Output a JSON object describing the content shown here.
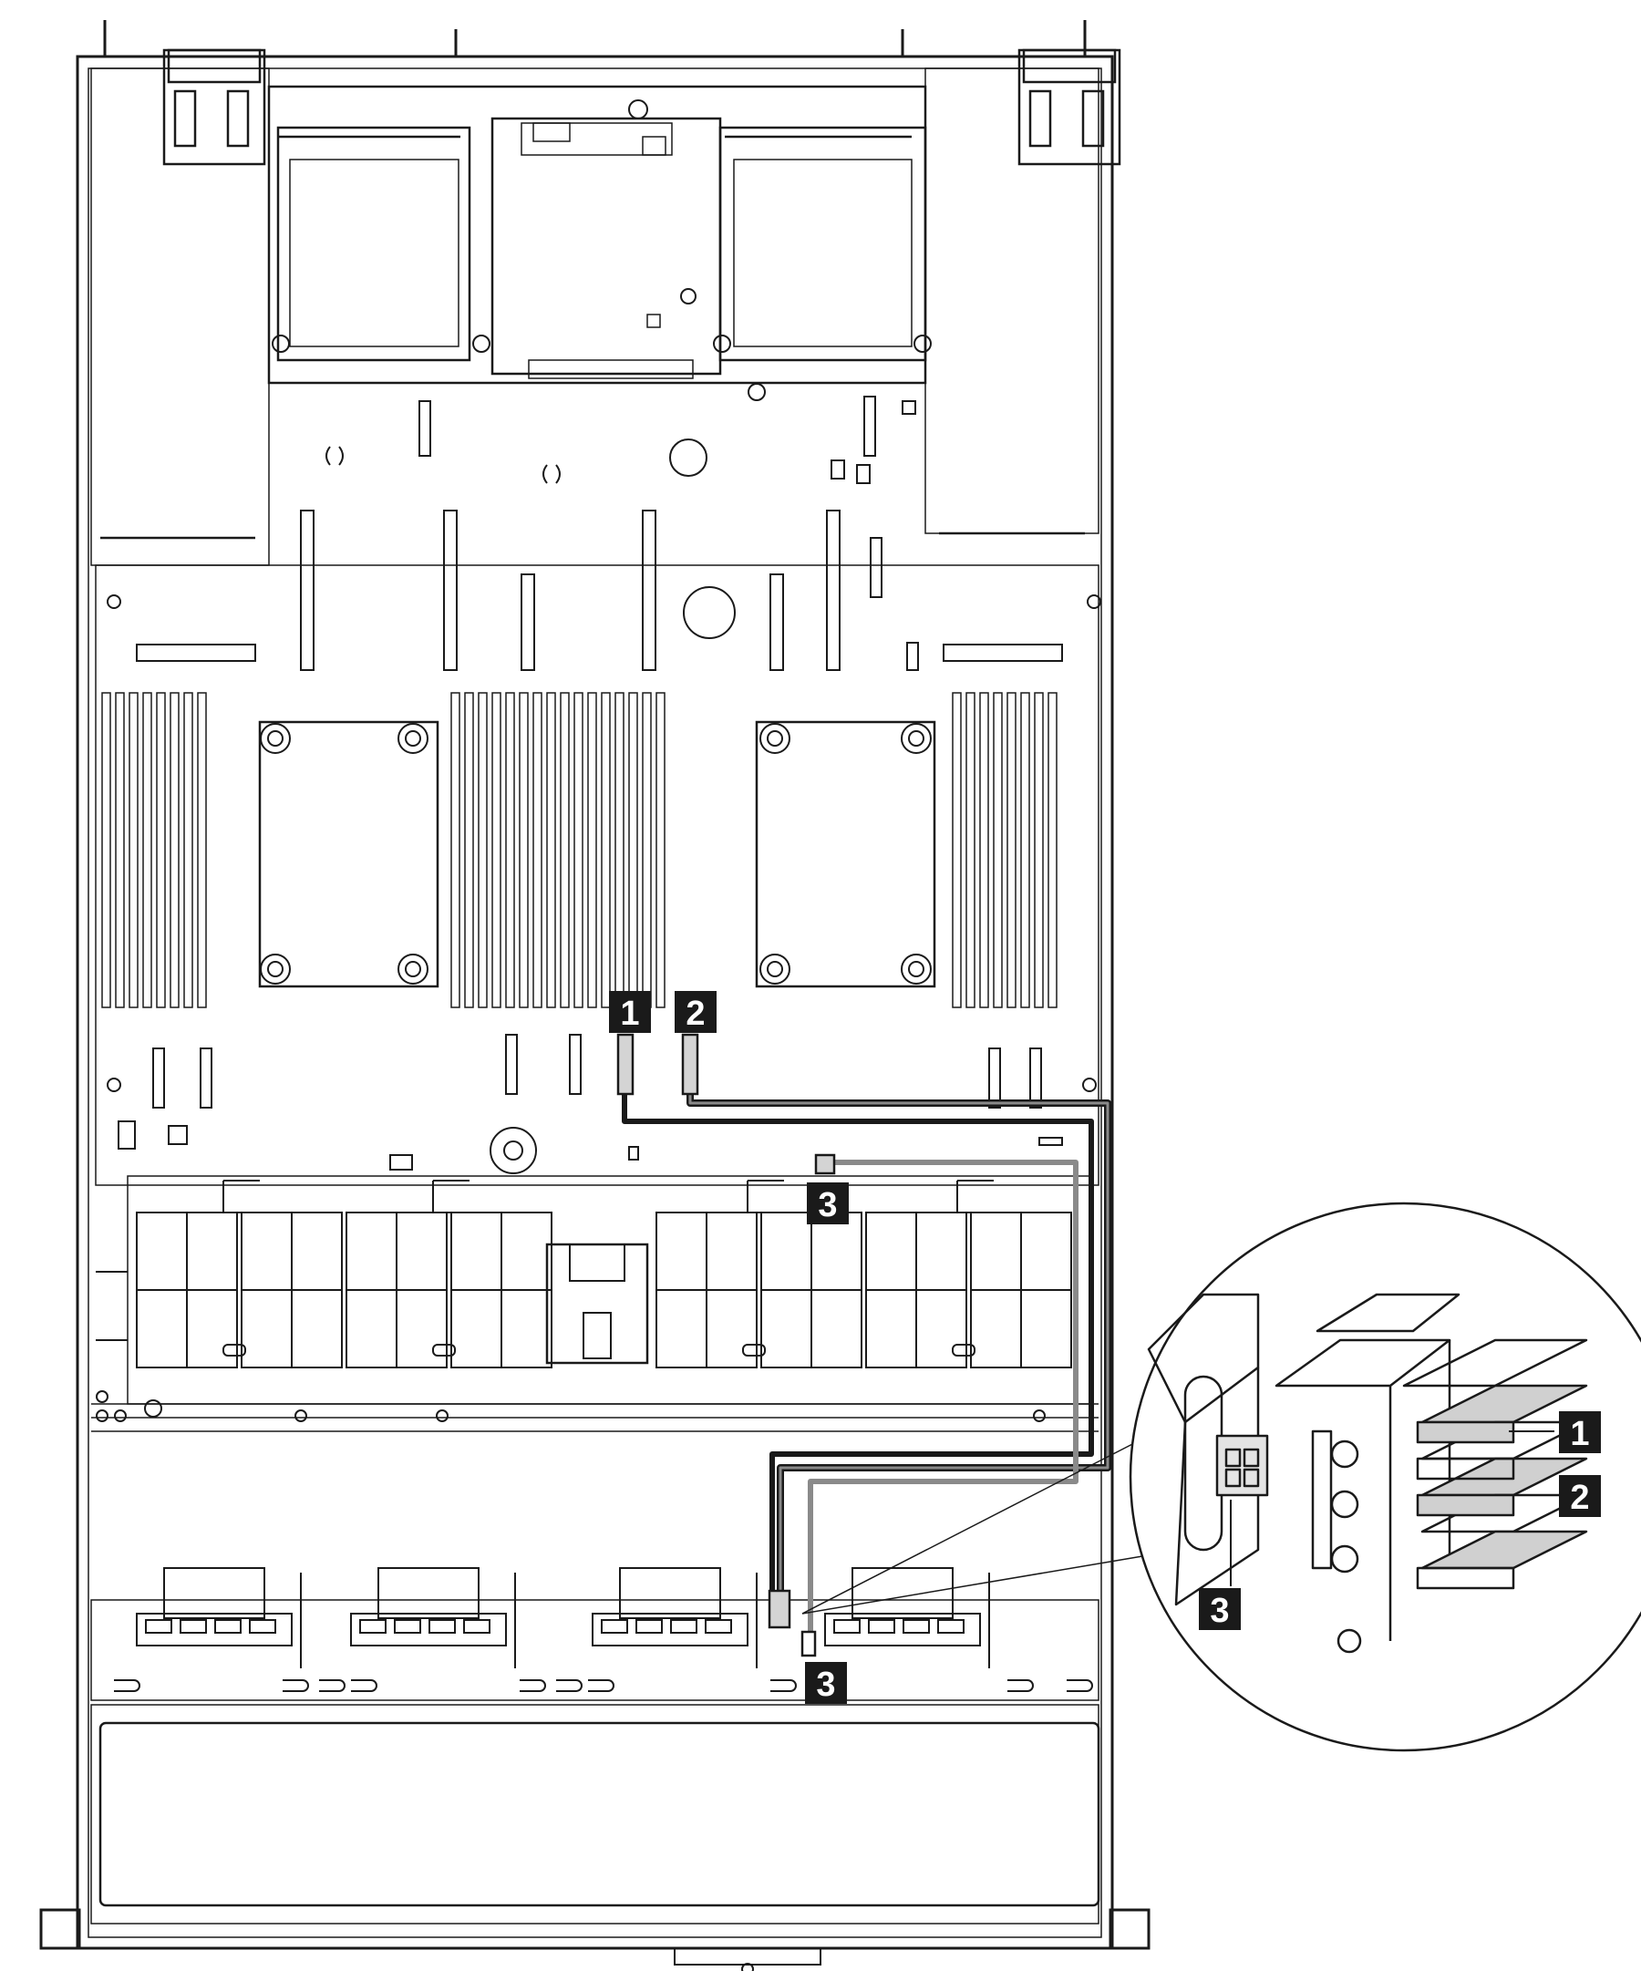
{
  "callouts": {
    "c1_board": "1",
    "c2_board": "2",
    "c3_fan": "3",
    "c3_backplane": "3",
    "c1_zoom": "1",
    "c2_zoom": "2",
    "c3_zoom": "3"
  },
  "colors": {
    "line": "#1a1a1a",
    "cable_dark": "#222222",
    "cable_gray": "#777777",
    "connector_fill": "#d4d4d4",
    "callout_bg": "#1a1a1a",
    "callout_text": "#ffffff",
    "board_shade": "#f2f2f2"
  },
  "icons": {
    "callout_shape": "black-square-badge",
    "zoom_view": "magnified-circle-inset"
  }
}
